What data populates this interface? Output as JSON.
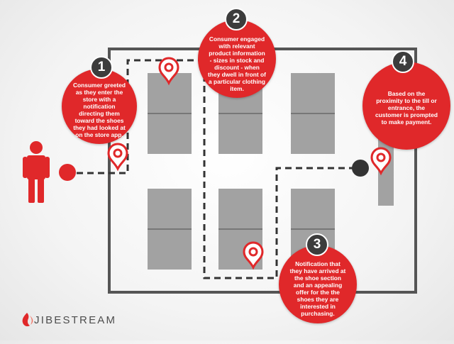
{
  "steps": [
    {
      "number": "1",
      "text": "Consumer greeted as they enter the store with a notification directing them toward the shoes they had looked at on the store app."
    },
    {
      "number": "2",
      "text": "Consumer engaged with relevant product information - sizes in stock and discount - when they dwell in front of a particular clothing item."
    },
    {
      "number": "3",
      "text": "Notification that they have arrived at the shoe section and an appealing offer for the the shoes they are interested in purchasing."
    },
    {
      "number": "4",
      "text": "Based on the proximity to the till or entrance, the customer is prompted to make payment."
    }
  ],
  "brand": {
    "name": "JIBESTREAM"
  },
  "colors": {
    "accent": "#e0282a",
    "dark": "#3c3c3c",
    "wall": "#555555",
    "shelf": "#9e9e9e",
    "path": "#333333"
  },
  "icons": [
    "person-icon",
    "location-pin-icon",
    "jibestream-logo-icon"
  ]
}
